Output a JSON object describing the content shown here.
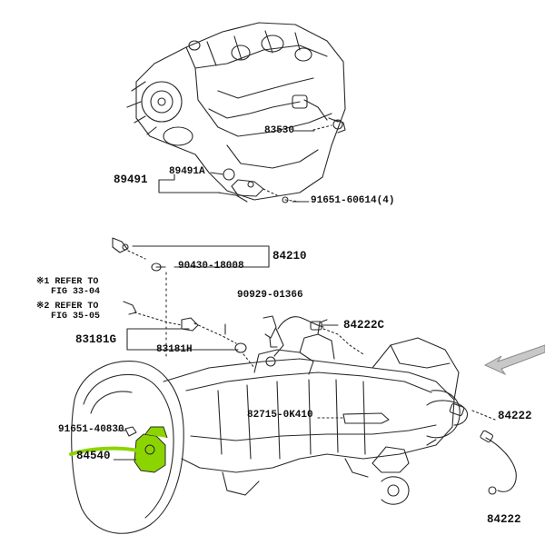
{
  "labels": {
    "p83530": "83530",
    "p89491": "89491",
    "p89491A": "89491A",
    "p91651_60614": "91651-60614(4)",
    "p84210": "84210",
    "p90430": "90430-18008",
    "p90929": "90929-01366",
    "p84222C": "84222C",
    "p83181G": "83181G",
    "p83181H": "83181H",
    "p82715": "82715-0K410",
    "p84222a": "84222",
    "p84222b": "84222",
    "p91651_40830": "91651-40830",
    "p84540": "84540"
  },
  "notes": {
    "note1_line1": "※1 REFER TO",
    "note1_line2": "FIG 33-04",
    "note2_line1": "※2 REFER TO",
    "note2_line2": "FIG 35-05"
  },
  "colors": {
    "line": "#2a2a2a",
    "highlight": "#8cd400",
    "arrow": "#c8c8c8"
  },
  "highlighted_part": "84540"
}
